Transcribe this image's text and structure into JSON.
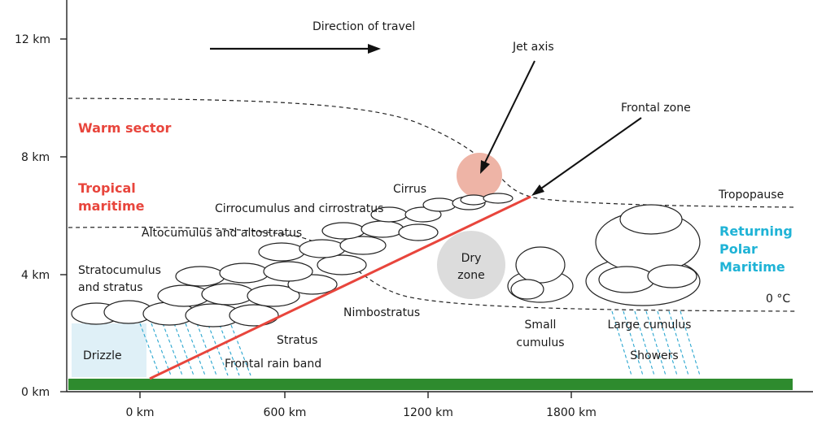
{
  "axes": {
    "y_ticks": [
      "12 km",
      "8 km",
      "4 km",
      "0 km"
    ],
    "x_ticks": [
      "0 km",
      "600 km",
      "1200 km",
      "1800 km"
    ]
  },
  "labels": {
    "direction": "Direction of travel",
    "jet_axis": "Jet axis",
    "frontal_zone": "Frontal zone",
    "tropopause": "Tropopause",
    "warm_sector": "Warm sector",
    "tropical_maritime_1": "Tropical",
    "tropical_maritime_2": "maritime",
    "returning_1": "Returning",
    "returning_2": "Polar",
    "returning_3": "Maritime",
    "zero_c": "0 °C",
    "cirrus": "Cirrus",
    "cirrocumulus": "Cirrocumulus and cirrostratus",
    "altocumulus": "Altocumulus and altostratus",
    "stratocumulus_1": "Stratocumulus",
    "stratocumulus_2": "and stratus",
    "nimbostratus": "Nimbostratus",
    "stratus": "Stratus",
    "drizzle": "Drizzle",
    "frontal_rain": "Frontal rain band",
    "dry_1": "Dry",
    "dry_2": "zone",
    "small_1": "Small",
    "small_2": "cumulus",
    "large_cumulus": "Large cumulus",
    "showers": "Showers"
  },
  "colors": {
    "warm": "#e8453c",
    "polar": "#1fb3d6",
    "ground": "#2e8b2e",
    "front": "#e8453c",
    "jet": "#eeb4a6",
    "dry": "#dcdcdc",
    "rain": "#2aa6cf"
  }
}
